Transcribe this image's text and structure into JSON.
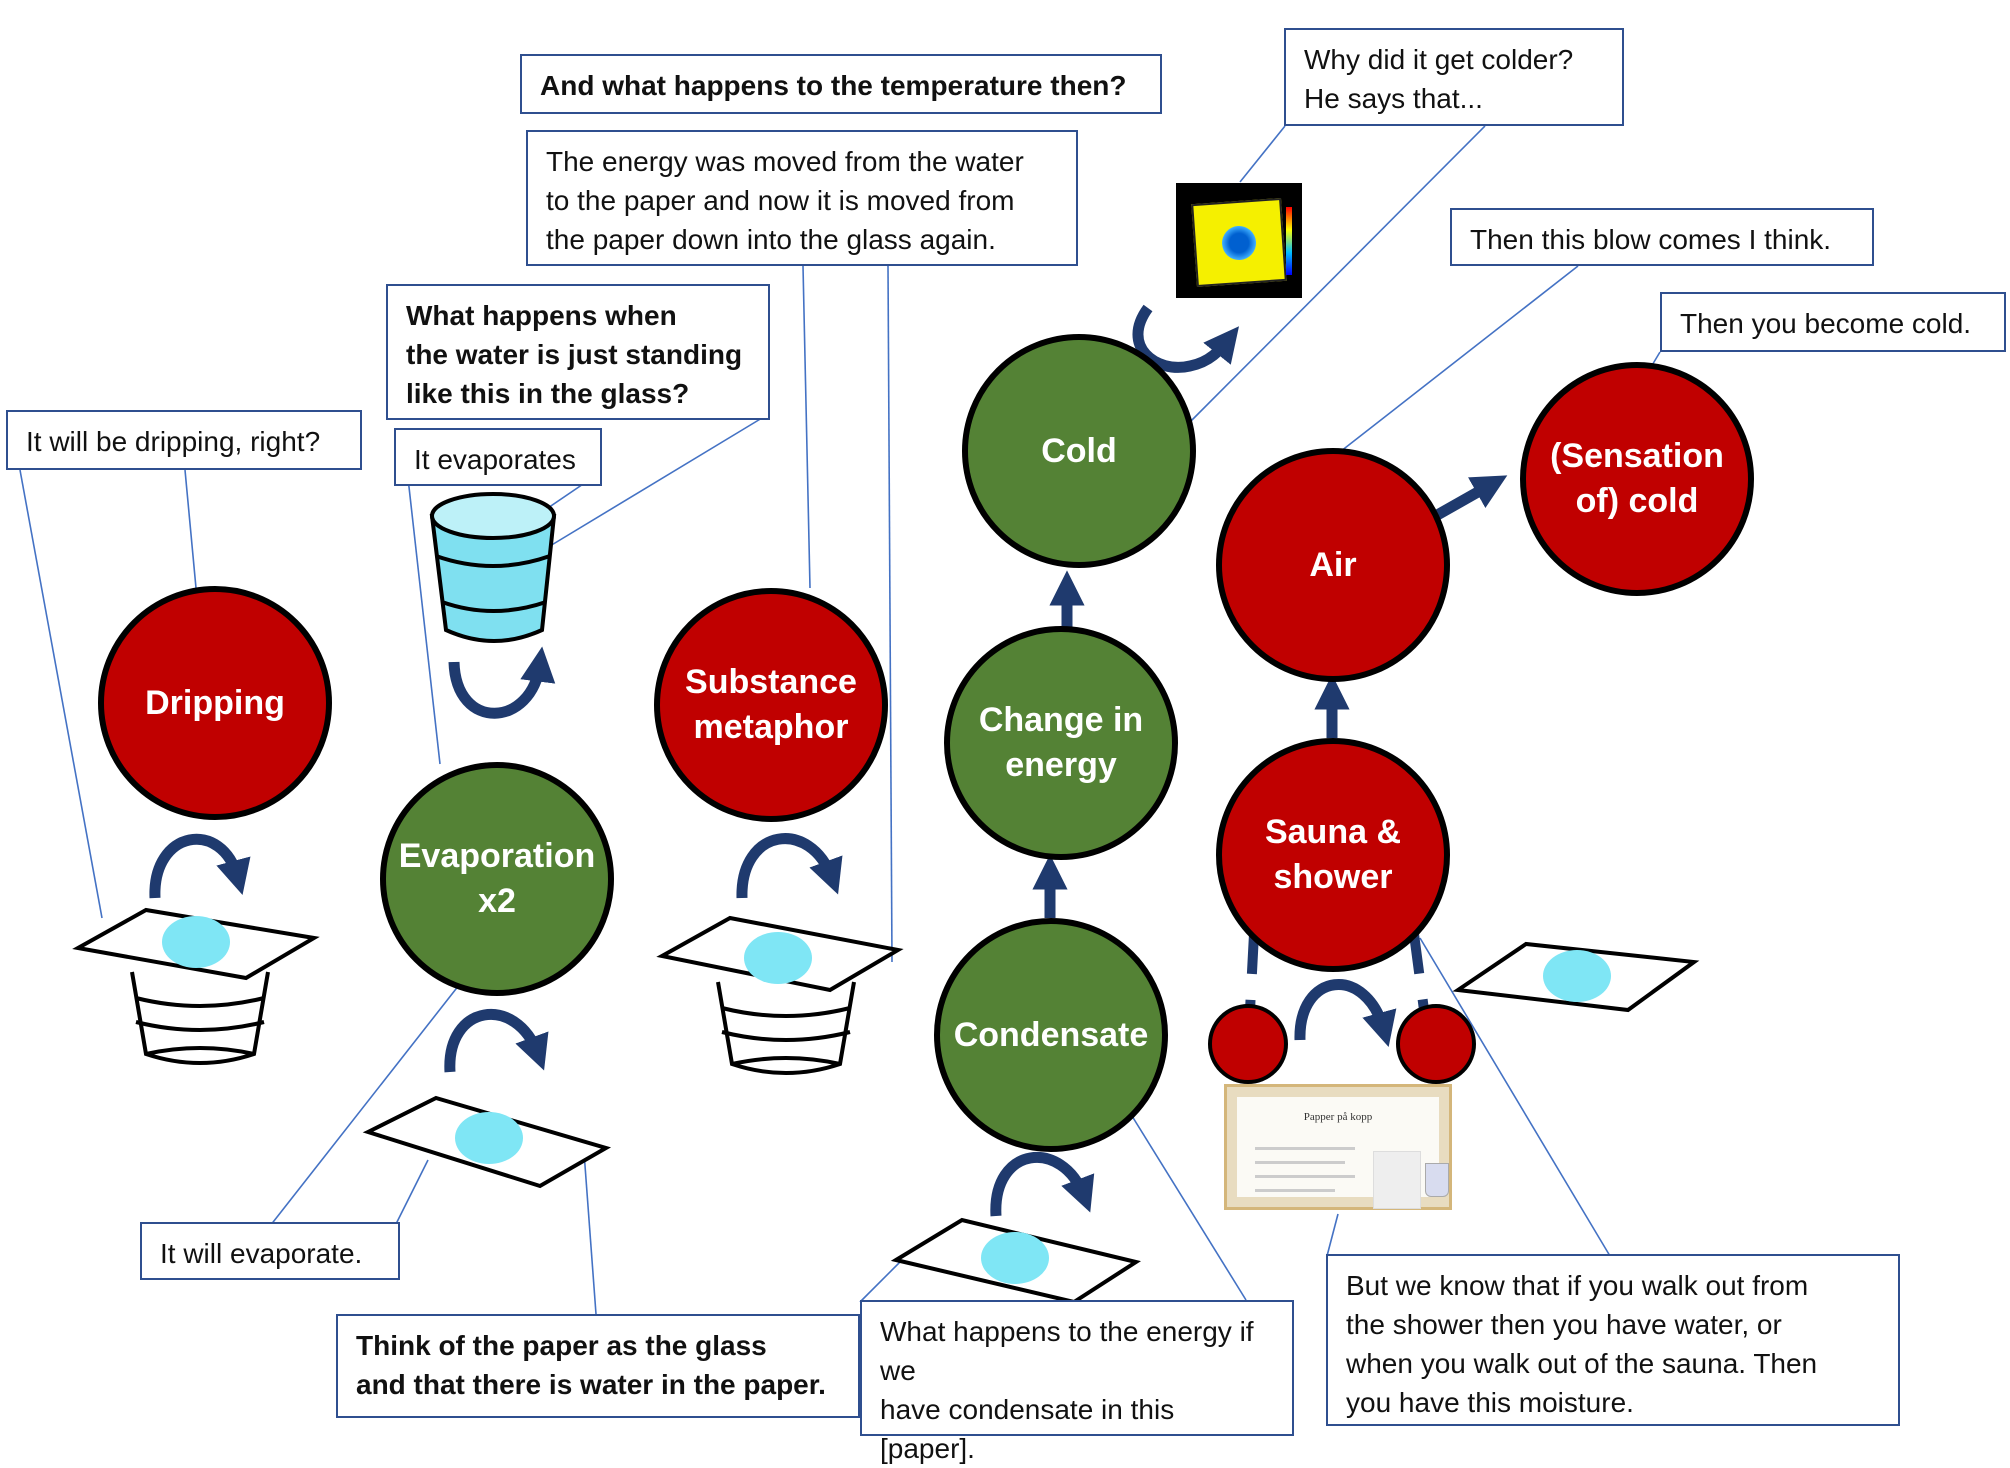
{
  "colors": {
    "red_node": "#C00000",
    "green_node": "#548235",
    "arrow": "#1F3A6E",
    "callout_border": "#2F4F8F",
    "connector_line": "#4472C4",
    "water_drop": "#7FE6F5"
  },
  "nodes": {
    "dripping": "Dripping",
    "evaporation": "Evaporation\nx2",
    "substance_metaphor": "Substance\nmetaphor",
    "condensate": "Condensate",
    "change_in_energy": "Change in\nenergy",
    "cold": "Cold",
    "sauna_shower": "Sauna &\nshower",
    "air": "Air",
    "sensation_cold": "(Sensation\nof) cold"
  },
  "callouts": {
    "dripping_right": "It will be dripping, right?",
    "it_evaporates": "It evaporates",
    "what_happens_water": "What happens when\nthe water is just standing\nlike this in the glass?",
    "temperature_then": "And what happens to the temperature then?",
    "energy_moved": "The energy was moved from the water\nto the paper and now it is moved from\nthe paper down into the glass again.",
    "why_colder": "Why did it get colder?\nHe says that...",
    "blow_comes": "Then this blow comes I think.",
    "become_cold": "Then you become cold.",
    "it_will_evaporate": "It will evaporate.",
    "think_of_paper": "Think of the paper as the glass\nand that there is water in the paper.",
    "energy_condensate": "What happens to the energy if\nwe\nhave condensate in this [paper].",
    "we_know_shower": "But we know that if you walk out from\nthe shower then you have water, or\nwhen you walk out of the sauna. Then\nyou have this moisture."
  },
  "slide_thumbnail": {
    "title": "Papper på kopp"
  }
}
